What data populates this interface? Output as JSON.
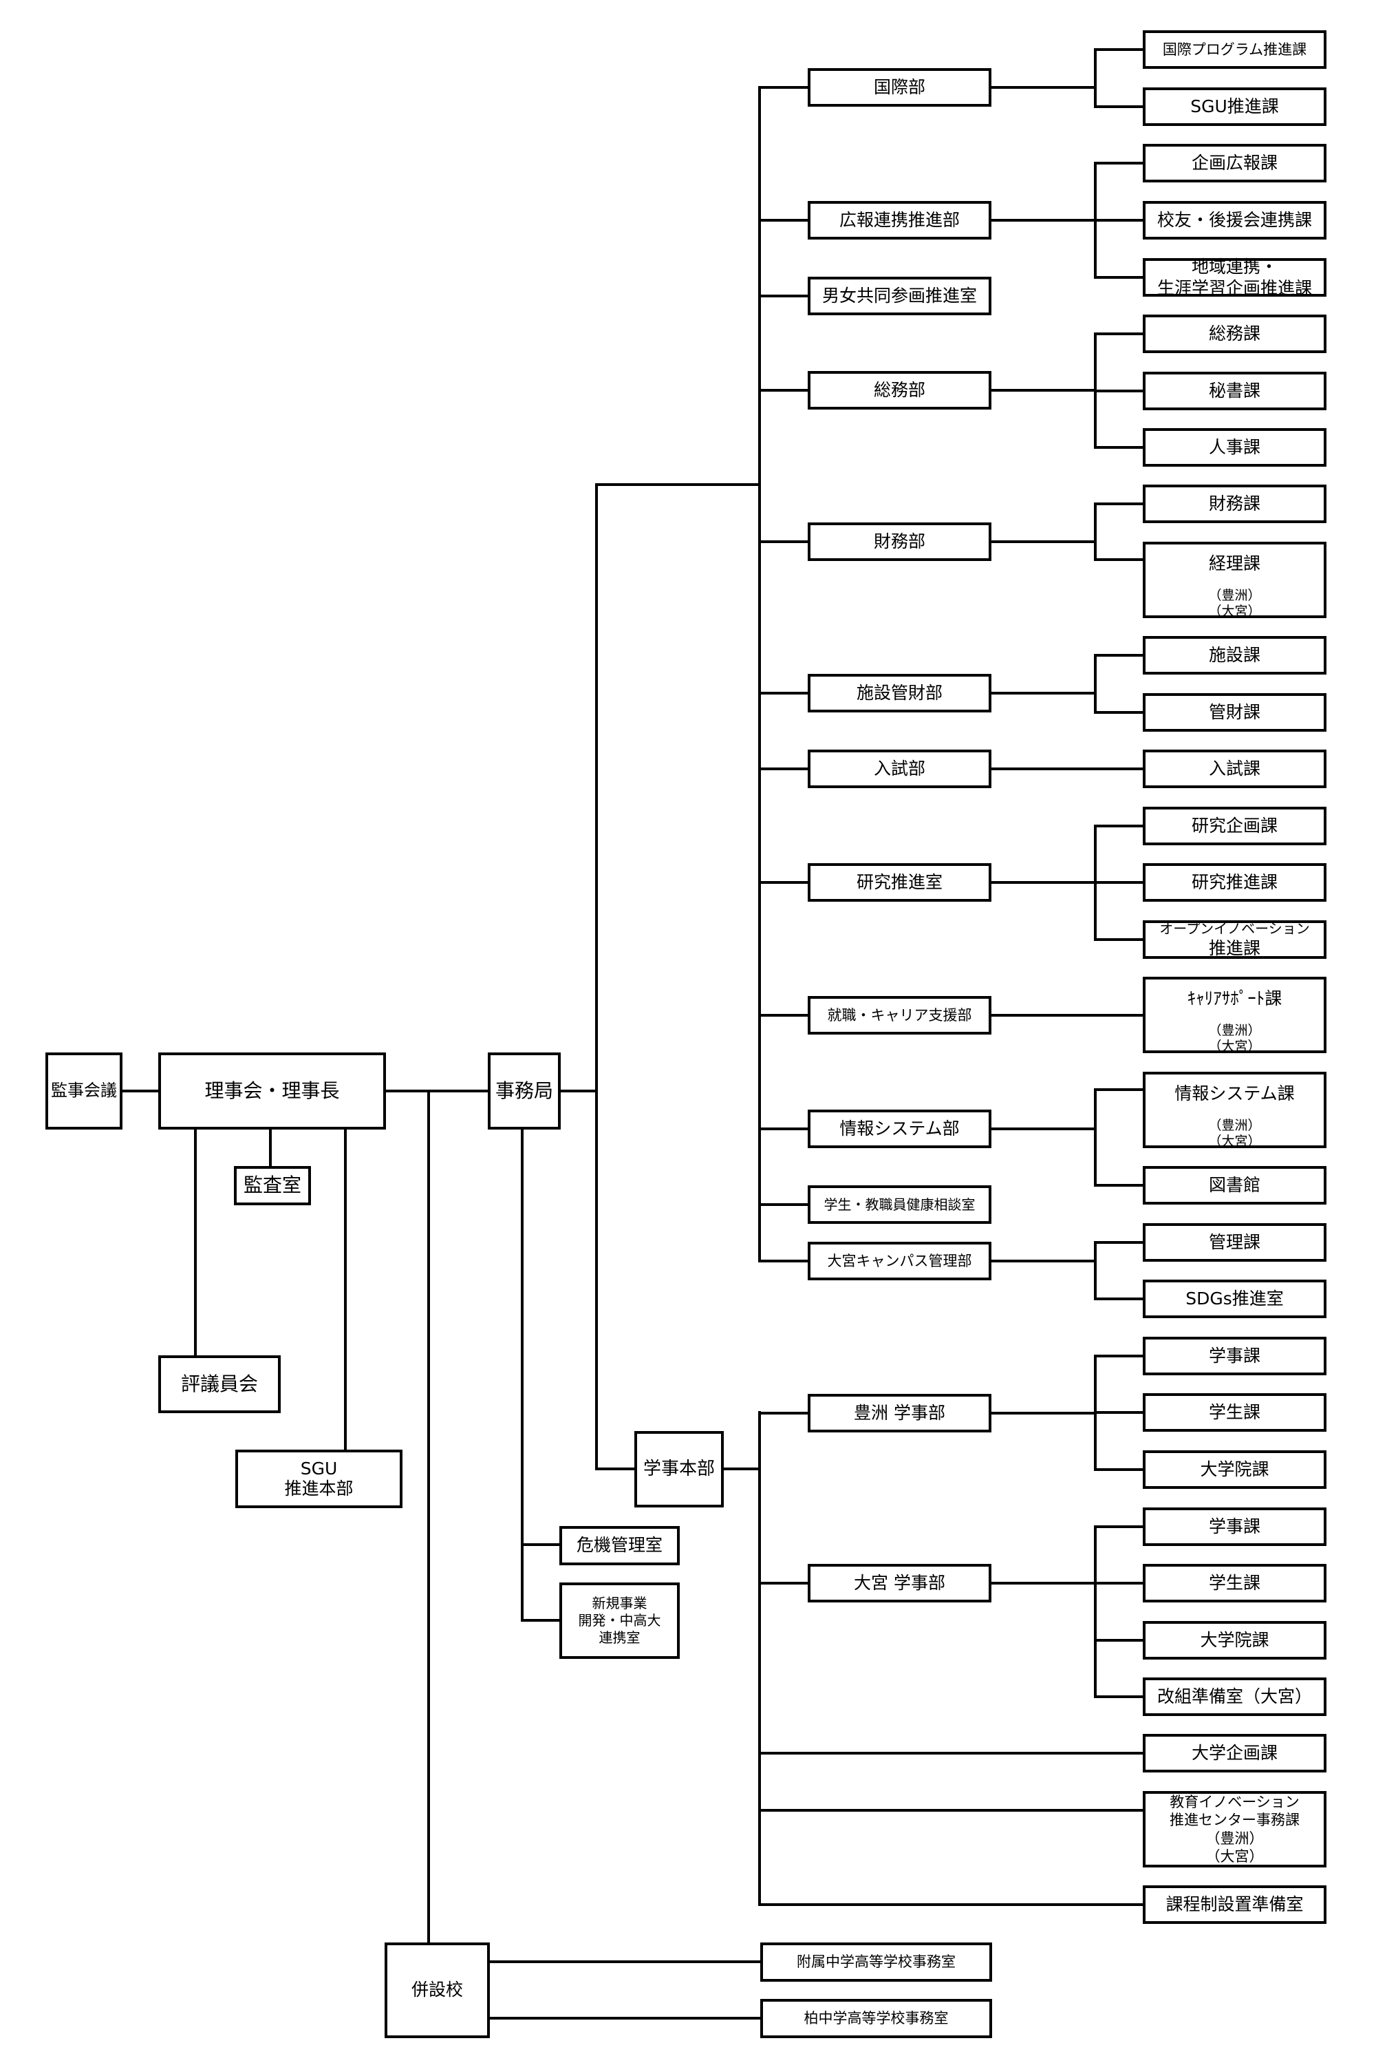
{
  "chart_title": "",
  "governance": {
    "audit_council": "監事会議",
    "board": "理事会・理事長",
    "audit_office": "監査室",
    "councilors": "評議員会",
    "sgu_hq": [
      "SGU",
      "推進本部"
    ]
  },
  "secretariat": {
    "label": "事務局",
    "crisis_office": "危機管理室",
    "new_business_office": [
      "新規事業",
      "開発・中高大",
      "連携室"
    ]
  },
  "departments": [
    {
      "label": "国際部",
      "children": [
        {
          "lines": [
            "国際プログラム推進課"
          ]
        },
        {
          "lines": [
            "SGU推進課"
          ]
        }
      ]
    },
    {
      "label": "広報連携推進部",
      "children": [
        {
          "lines": [
            "企画広報課"
          ]
        },
        {
          "lines": [
            "校友・後援会連携課"
          ]
        },
        {
          "lines": [
            "地域連携・",
            "生涯学習企画推進課"
          ]
        }
      ]
    },
    {
      "label": "男女共同参画推進室",
      "children": []
    },
    {
      "label": "総務部",
      "children": [
        {
          "lines": [
            "総務課"
          ]
        },
        {
          "lines": [
            "秘書課"
          ]
        },
        {
          "lines": [
            "人事課"
          ]
        }
      ]
    },
    {
      "label": "財務部",
      "children": [
        {
          "lines": [
            "財務課"
          ]
        },
        {
          "lines": [
            "経理課"
          ],
          "campuses": [
            "（豊洲）",
            "（大宮）"
          ]
        }
      ]
    },
    {
      "label": "施設管財部",
      "children": [
        {
          "lines": [
            "施設課"
          ]
        },
        {
          "lines": [
            "管財課"
          ]
        }
      ]
    },
    {
      "label": "入試部",
      "children": [
        {
          "lines": [
            "入試課"
          ]
        }
      ]
    },
    {
      "label": "研究推進室",
      "children": [
        {
          "lines": [
            "研究企画課"
          ]
        },
        {
          "lines": [
            "研究推進課"
          ]
        },
        {
          "lines": [
            "オープンイノベーション",
            "推進課"
          ]
        }
      ]
    },
    {
      "label": "就職・キャリア支援部",
      "children": [
        {
          "lines": [
            "ｷｬﾘｱｻﾎﾟｰﾄ課"
          ],
          "campuses": [
            "（豊洲）",
            "（大宮）"
          ]
        }
      ]
    },
    {
      "label": "情報システム部",
      "children": [
        {
          "lines": [
            "情報システム課"
          ],
          "campuses": [
            "（豊洲）",
            "（大宮）"
          ]
        },
        {
          "lines": [
            "図書館"
          ]
        }
      ]
    },
    {
      "label": "学生・教職員健康相談室",
      "children": []
    },
    {
      "label": "大宮キャンパス管理部",
      "children": [
        {
          "lines": [
            "管理課"
          ]
        },
        {
          "lines": [
            "SDGs推進室"
          ]
        }
      ]
    }
  ],
  "academic_affairs": {
    "label": "学事本部",
    "divisions": [
      {
        "label": "豊洲 学事部",
        "children": [
          {
            "lines": [
              "学事課"
            ]
          },
          {
            "lines": [
              "学生課"
            ]
          },
          {
            "lines": [
              "大学院課"
            ]
          }
        ]
      },
      {
        "label": "大宮 学事部",
        "children": [
          {
            "lines": [
              "学事課"
            ]
          },
          {
            "lines": [
              "学生課"
            ]
          },
          {
            "lines": [
              "大学院課"
            ]
          },
          {
            "lines": [
              "改組準備室（大宮）"
            ]
          }
        ]
      }
    ],
    "direct_units": [
      {
        "lines": [
          "大学企画課"
        ]
      },
      {
        "lines": [
          "教育イノベーション",
          "推進センター事務課",
          "（豊洲）",
          "（大宮）"
        ]
      },
      {
        "lines": [
          "課程制設置準備室"
        ]
      }
    ]
  },
  "affiliated_schools": {
    "label": "併設校",
    "offices": [
      "附属中学高等学校事務室",
      "柏中学高等学校事務室"
    ]
  }
}
